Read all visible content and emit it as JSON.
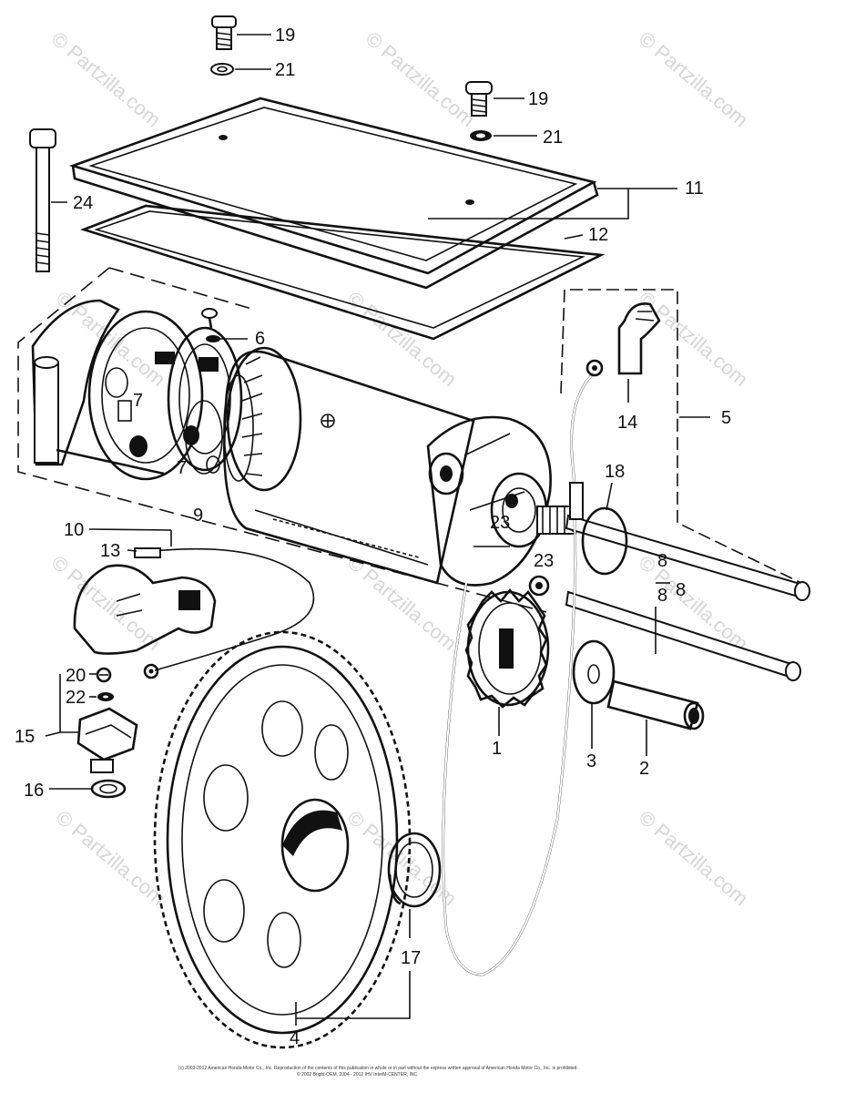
{
  "diagram": {
    "callouts": {
      "c1": "1",
      "c2": "2",
      "c3": "3",
      "c4": "4",
      "c5": "5",
      "c6": "6",
      "c7a": "7",
      "c7b": "7",
      "c8a": "8",
      "c8b": "8",
      "c8c": "8",
      "c9": "9",
      "c10": "10",
      "c11": "11",
      "c12": "12",
      "c13": "13",
      "c14": "14",
      "c15": "15",
      "c16": "16",
      "c17": "17",
      "c18": "18",
      "c19a": "19",
      "c19b": "19",
      "c20": "20",
      "c21a": "21",
      "c21b": "21",
      "c22": "22",
      "c23a": "23",
      "c23b": "23",
      "c24": "24"
    },
    "watermark": "© Partzilla.com",
    "footer": {
      "line1": "(c) 2003-2012 American Honda Motor Co., Inc. Reproduction of the contents of this publication in whole or in part without the express written approval of American Honda Motor Co., Inc. is prohibited.",
      "line2": "© 2002 Bright-OEM, 2004 - 2012 IHV InterM-CENTER, INC."
    }
  }
}
